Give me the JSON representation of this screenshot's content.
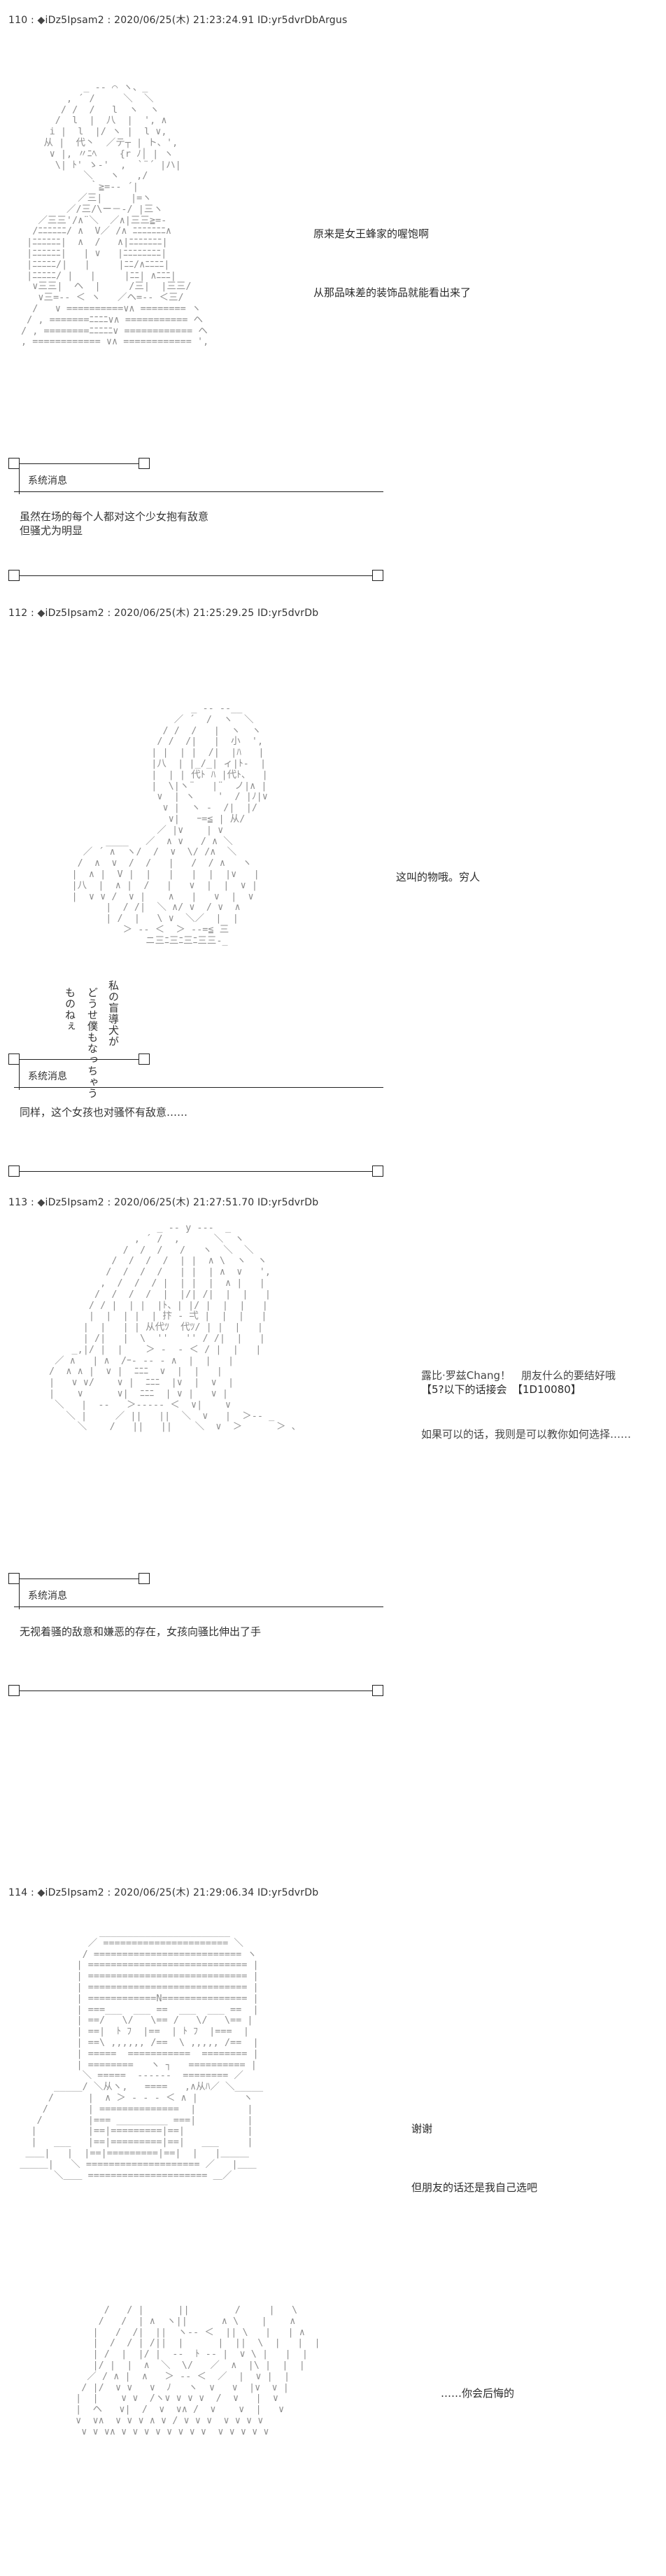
{
  "posts": [
    {
      "number": "110",
      "header_rest": "iDz5Ipsam2 : 2020/06/25(木) 21:23:24.91 ID:yr5dvrDbArgus",
      "dialog": [
        "原来是女王蜂家的喔饱啊",
        "从那品味差的装饰品就能看出来了"
      ],
      "system_title": "系统消息",
      "system_body": "虽然在场的每个人都对这个少女抱有敌意\n但骚尤为明显"
    },
    {
      "number": "112",
      "header_rest": "iDz5Ipsam2 : 2020/06/25(木) 21:25:29.25 ID:yr5dvrDb",
      "dialog": [
        "这叫的物哦。穷人"
      ],
      "vertical_text": [
        "私の盲導犬が",
        "どうせ僕もなっちゃう",
        "ものねぇ"
      ],
      "system_title": "系统消息",
      "system_body": "同样，这个女孩也对骚怀有敌意……"
    },
    {
      "number": "113",
      "header_rest": "iDz5Ipsam2 : 2020/06/25(木) 21:27:51.70 ID:yr5dvrDb",
      "dialog": [
        "露比·罗兹Chang！　朋友什么的要结好哦",
        "如果可以的话，我则是可以教你如何选择……"
      ],
      "dialog_note": "【5?以下的话接会　【1D10080】",
      "system_title": "系统消息",
      "system_body": "无视着骚的敌意和嫌恶的存在，女孩向骚比伸出了手"
    },
    {
      "number": "114",
      "header_rest": "iDz5Ipsam2 : 2020/06/25(木) 21:29:06.34 ID:yr5dvrDb",
      "dialog": [
        "谢谢",
        "但朋友的话还是我自己选吧"
      ],
      "dialog_late": "……你会后悔的"
    }
  ]
}
